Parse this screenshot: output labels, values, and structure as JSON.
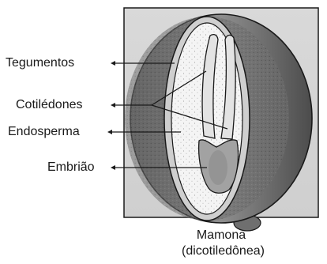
{
  "diagram": {
    "labels": {
      "tegumentos": "Tegumentos",
      "cotiledones": "Cotilédones",
      "endosperma": "Endosperma",
      "embriao": "Embrião"
    },
    "caption": {
      "line1": "Mamona",
      "line2": "(dicotiledônea)"
    }
  }
}
